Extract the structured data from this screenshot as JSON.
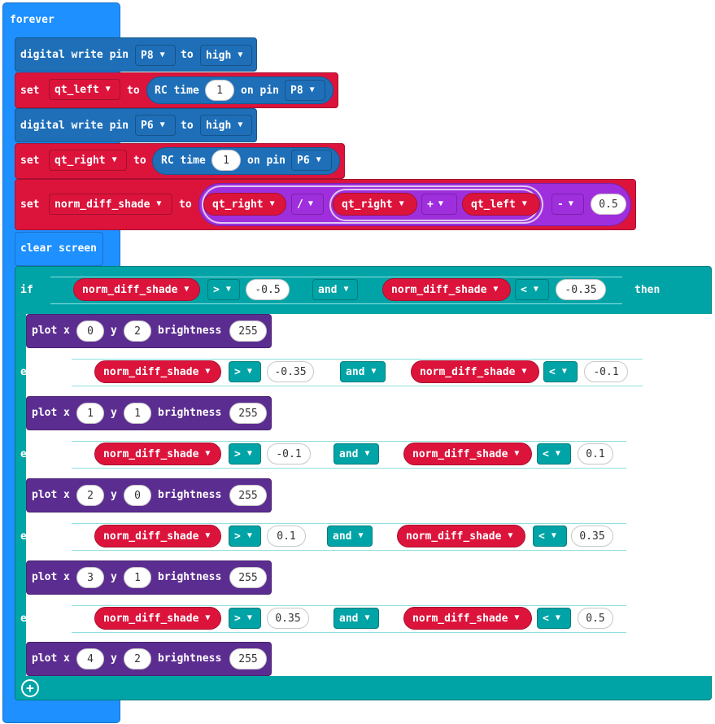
{
  "forever": {
    "label": "forever"
  },
  "write1": {
    "label": "digital write pin",
    "pin": "P8",
    "to": "to",
    "value": "high"
  },
  "set1": {
    "label": "set",
    "var": "qt_left",
    "to": "to",
    "rc_label": "RC time",
    "rc_value": "1",
    "on_pin": "on pin",
    "pin": "P8"
  },
  "write2": {
    "label": "digital write pin",
    "pin": "P6",
    "to": "to",
    "value": "high"
  },
  "set2": {
    "label": "set",
    "var": "qt_right",
    "to": "to",
    "rc_label": "RC time",
    "rc_value": "1",
    "on_pin": "on pin",
    "pin": "P6"
  },
  "set3": {
    "label": "set",
    "var": "norm_diff_shade",
    "to": "to",
    "num": "qt_right",
    "div": "/",
    "sum_a": "qt_right",
    "plus": "+",
    "sum_b": "qt_left",
    "minus": "-",
    "sub": "0.5"
  },
  "clear": {
    "label": "clear screen"
  },
  "cond": {
    "if_label": "if",
    "elseif_label": "else if",
    "then": "then",
    "and": "and",
    "var": "norm_diff_shade",
    "gt": ">",
    "lt": "<",
    "rows": [
      {
        "lo": "-0.5",
        "hi": "-0.35"
      },
      {
        "lo": "-0.35",
        "hi": "-0.1"
      },
      {
        "lo": "-0.1",
        "hi": "0.1"
      },
      {
        "lo": "0.1",
        "hi": "0.35"
      },
      {
        "lo": "0.35",
        "hi": "0.5"
      }
    ]
  },
  "plot": {
    "label": "plot",
    "x": "x",
    "y": "y",
    "brightness": "brightness",
    "rows": [
      {
        "x": "0",
        "y": "2",
        "b": "255"
      },
      {
        "x": "1",
        "y": "1",
        "b": "255"
      },
      {
        "x": "2",
        "y": "0",
        "b": "255"
      },
      {
        "x": "3",
        "y": "1",
        "b": "255"
      },
      {
        "x": "4",
        "y": "2",
        "b": "255"
      }
    ]
  },
  "icons": {
    "remove": "minus-circle-icon",
    "add": "plus-circle-icon",
    "dropdown": "caret-down-icon"
  },
  "colors": {
    "basic": "#1e90ff",
    "pins": "#1e6fb8",
    "variables": "#dc143c",
    "led": "#5c2d91",
    "logic": "#00a4a6"
  }
}
